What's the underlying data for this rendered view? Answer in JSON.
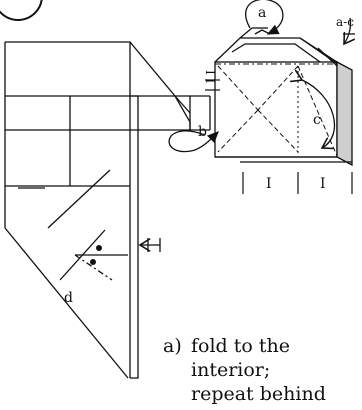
{
  "labels": {
    "a": "a",
    "a_clipped": "a-c",
    "b": "b",
    "c": "c",
    "d": "d",
    "roman_bottom_left": "I",
    "roman_bottom_right": "I",
    "roman_vertical": "I I"
  },
  "instruction": {
    "marker": "a)",
    "line1": "fold to the",
    "line2": "interior;",
    "line3": "repeat behind"
  }
}
